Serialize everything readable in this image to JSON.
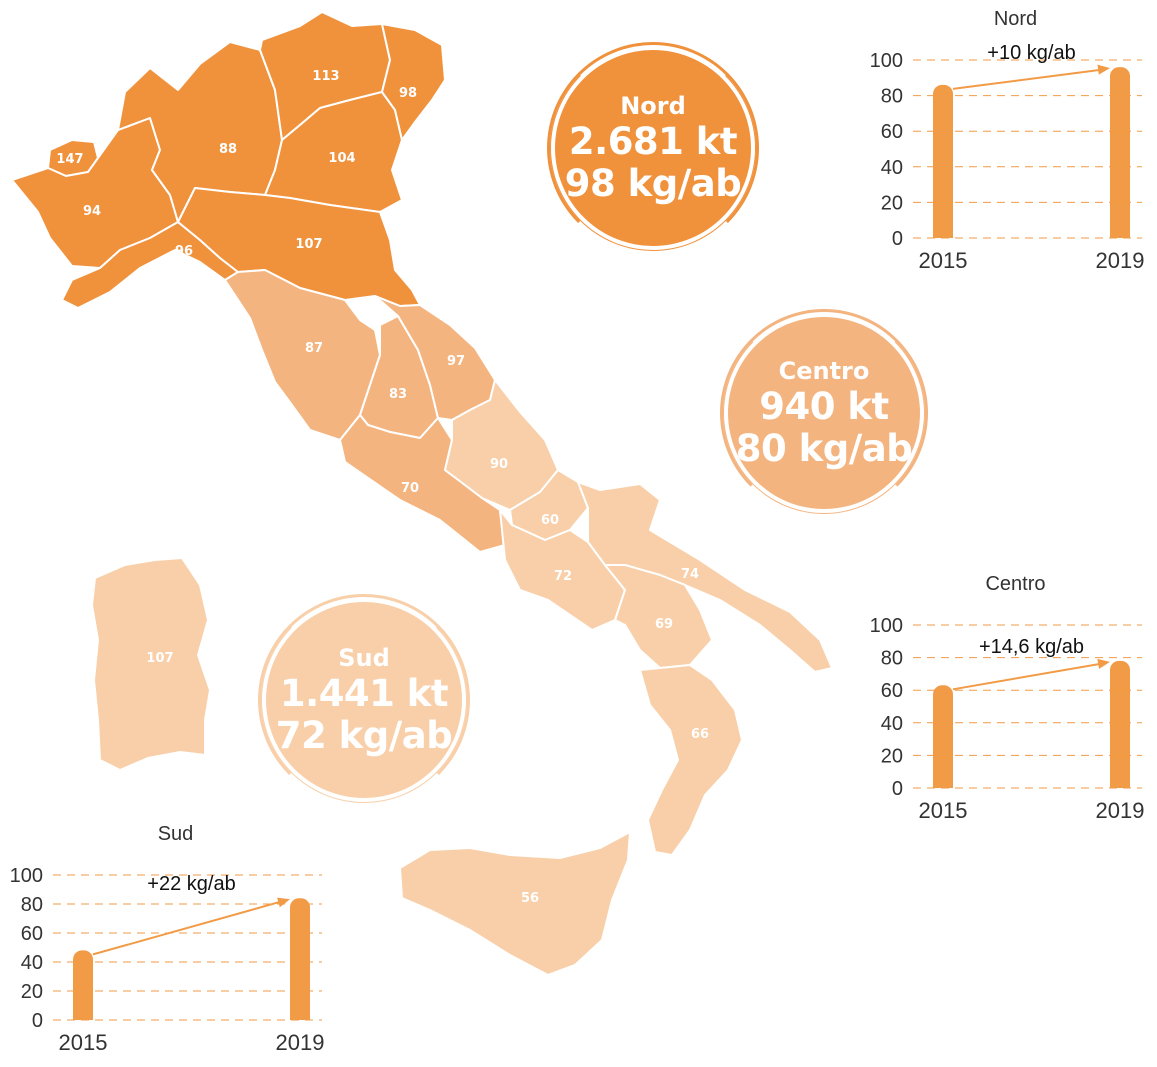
{
  "colors": {
    "nord": "#f0913c",
    "centro": "#f4b47f",
    "sud": "#f8cfa8",
    "bar": "#f29b47",
    "grid": "#f29b47",
    "text": "#333333"
  },
  "regions": [
    {
      "id": "valle-d-aosta",
      "value": "147",
      "zone": "nord"
    },
    {
      "id": "piemonte",
      "value": "94",
      "zone": "nord"
    },
    {
      "id": "lombardia",
      "value": "88",
      "zone": "nord"
    },
    {
      "id": "trentino-alto-adige",
      "value": "113",
      "zone": "nord"
    },
    {
      "id": "veneto",
      "value": "104",
      "zone": "nord"
    },
    {
      "id": "friuli-venezia-giulia",
      "value": "98",
      "zone": "nord"
    },
    {
      "id": "liguria",
      "value": "96",
      "zone": "nord"
    },
    {
      "id": "emilia-romagna",
      "value": "107",
      "zone": "nord"
    },
    {
      "id": "toscana",
      "value": "87",
      "zone": "centro"
    },
    {
      "id": "umbria",
      "value": "83",
      "zone": "centro"
    },
    {
      "id": "marche",
      "value": "97",
      "zone": "centro"
    },
    {
      "id": "lazio",
      "value": "70",
      "zone": "centro"
    },
    {
      "id": "abruzzo",
      "value": "90",
      "zone": "sud"
    },
    {
      "id": "molise",
      "value": "60",
      "zone": "sud"
    },
    {
      "id": "campania",
      "value": "72",
      "zone": "sud"
    },
    {
      "id": "puglia",
      "value": "74",
      "zone": "sud"
    },
    {
      "id": "basilicata",
      "value": "69",
      "zone": "sud"
    },
    {
      "id": "calabria",
      "value": "66",
      "zone": "sud"
    },
    {
      "id": "sicilia",
      "value": "56",
      "zone": "sud"
    },
    {
      "id": "sardegna",
      "value": "107",
      "zone": "sud"
    }
  ],
  "badges": {
    "nord": {
      "title": "Nord",
      "total": "2.681 kt",
      "per_capita": "98 kg/ab"
    },
    "centro": {
      "title": "Centro",
      "total": "940 kt",
      "per_capita": "80 kg/ab"
    },
    "sud": {
      "title": "Sud",
      "total": "1.441 kt",
      "per_capita": "72 kg/ab"
    }
  },
  "chart_data": [
    {
      "type": "bar",
      "title": "Nord",
      "categories": [
        "2015",
        "2019"
      ],
      "values": [
        86,
        96
      ],
      "ylim": [
        0,
        100
      ],
      "yticks": [
        "0",
        "20",
        "40",
        "60",
        "80",
        "100"
      ],
      "annotation": "+10 kg/ab",
      "grid": true
    },
    {
      "type": "bar",
      "title": "Centro",
      "categories": [
        "2015",
        "2019"
      ],
      "values": [
        63,
        78
      ],
      "ylim": [
        0,
        100
      ],
      "yticks": [
        "0",
        "20",
        "40",
        "60",
        "80",
        "100"
      ],
      "annotation": "+14,6 kg/ab",
      "grid": true
    },
    {
      "type": "bar",
      "title": "Sud",
      "categories": [
        "2015",
        "2019"
      ],
      "values": [
        48,
        84
      ],
      "ylim": [
        0,
        100
      ],
      "yticks": [
        "0",
        "20",
        "40",
        "60",
        "80",
        "100"
      ],
      "annotation": "+22 kg/ab",
      "grid": true
    }
  ]
}
